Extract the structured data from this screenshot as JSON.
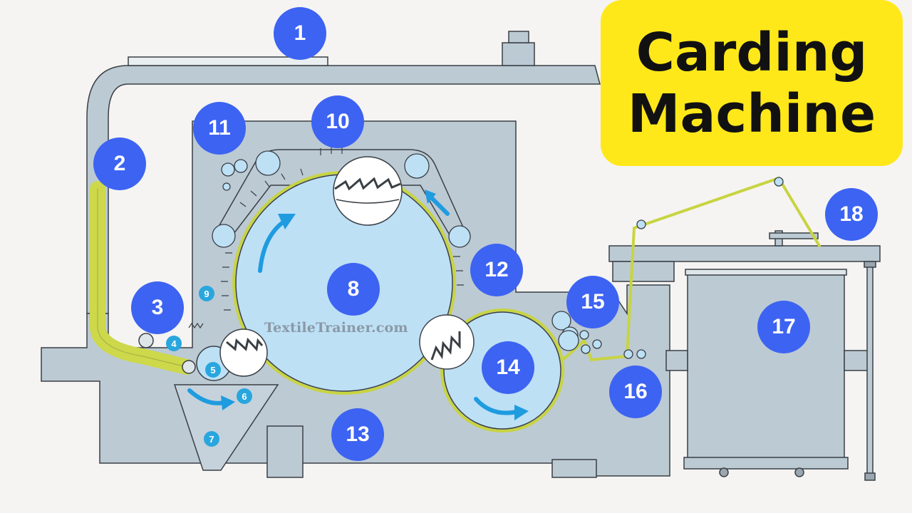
{
  "title": {
    "line1": "Carding",
    "line2": "Machine"
  },
  "watermark": "TextileTrainer.com",
  "labels": {
    "l1": "1",
    "l2": "2",
    "l3": "3",
    "l4": "4",
    "l5": "5",
    "l6": "6",
    "l7": "7",
    "l8": "8",
    "l9": "9",
    "l10": "10",
    "l11": "11",
    "l12": "12",
    "l13": "13",
    "l14": "14",
    "l15": "15",
    "l16": "16",
    "l17": "17",
    "l18": "18"
  },
  "colors": {
    "machine_body": "#bccad4",
    "cylinder": "#bde0f5",
    "fiber": "#c8d441",
    "outline": "#3a3f44",
    "badge_large": "#3d63f2",
    "badge_small": "#29a6de",
    "title_bg": "#ffe81a",
    "arrow": "#1f9be0"
  }
}
